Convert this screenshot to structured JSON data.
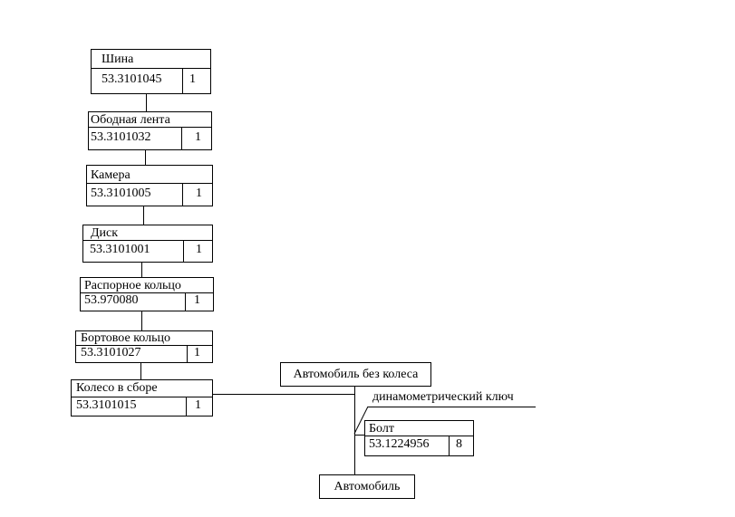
{
  "parts": [
    {
      "name": "Шина",
      "code": "53.3101045",
      "qty": "1"
    },
    {
      "name": "Ободная лента",
      "code": "53.3101032",
      "qty": "1"
    },
    {
      "name": "Камера",
      "code": "53.3101005",
      "qty": "1"
    },
    {
      "name": "Диск",
      "code": "53.3101001",
      "qty": "1"
    },
    {
      "name": "Распорное кольцо",
      "code": "53.970080",
      "qty": "1"
    },
    {
      "name": "Бортовое кольцо",
      "code": "53.3101027",
      "qty": "1"
    },
    {
      "name": "Колесо в сборе",
      "code": "53.3101015",
      "qty": "1"
    }
  ],
  "vehicle_without_wheel": "Автомобиль без колеса",
  "tool_label": "динамометрический ключ",
  "bolt": {
    "name": "Болт",
    "code": "53.1224956",
    "qty": "8"
  },
  "vehicle": "Автомобиль"
}
